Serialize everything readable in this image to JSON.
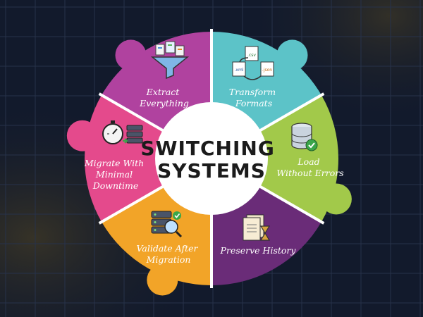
{
  "center": {
    "line1": "SWITCHING",
    "line2": "SYSTEMS"
  },
  "colors": {
    "background": "#121a2c",
    "grid": "#27324a",
    "purple_top": "#b0429f",
    "teal": "#5cc3c8",
    "green": "#a2c94a",
    "dark_purple": "#6a2c78",
    "orange": "#f2a428",
    "pink": "#e44a8c"
  },
  "segments": [
    {
      "id": "extract",
      "lines": [
        "Extract",
        "Everything"
      ],
      "icon": "funnel-documents-icon",
      "color": "#b0429f"
    },
    {
      "id": "transform",
      "lines": [
        "Transform",
        "Formats"
      ],
      "icon": "csv-xml-json-conversion-icon",
      "color": "#5cc3c8"
    },
    {
      "id": "load",
      "lines": [
        "Load",
        "Without Errors"
      ],
      "icon": "database-check-icon",
      "color": "#a2c94a"
    },
    {
      "id": "preserve",
      "lines": [
        "Preserve History"
      ],
      "icon": "documents-hourglass-icon",
      "color": "#6a2c78"
    },
    {
      "id": "validate",
      "lines": [
        "Validate After",
        "Migration"
      ],
      "icon": "server-magnifier-check-icon",
      "color": "#f2a428"
    },
    {
      "id": "migrate",
      "lines": [
        "Migrate With",
        "Minimal",
        "Downtime"
      ],
      "icon": "stopwatch-server-icon",
      "color": "#e44a8c"
    }
  ]
}
